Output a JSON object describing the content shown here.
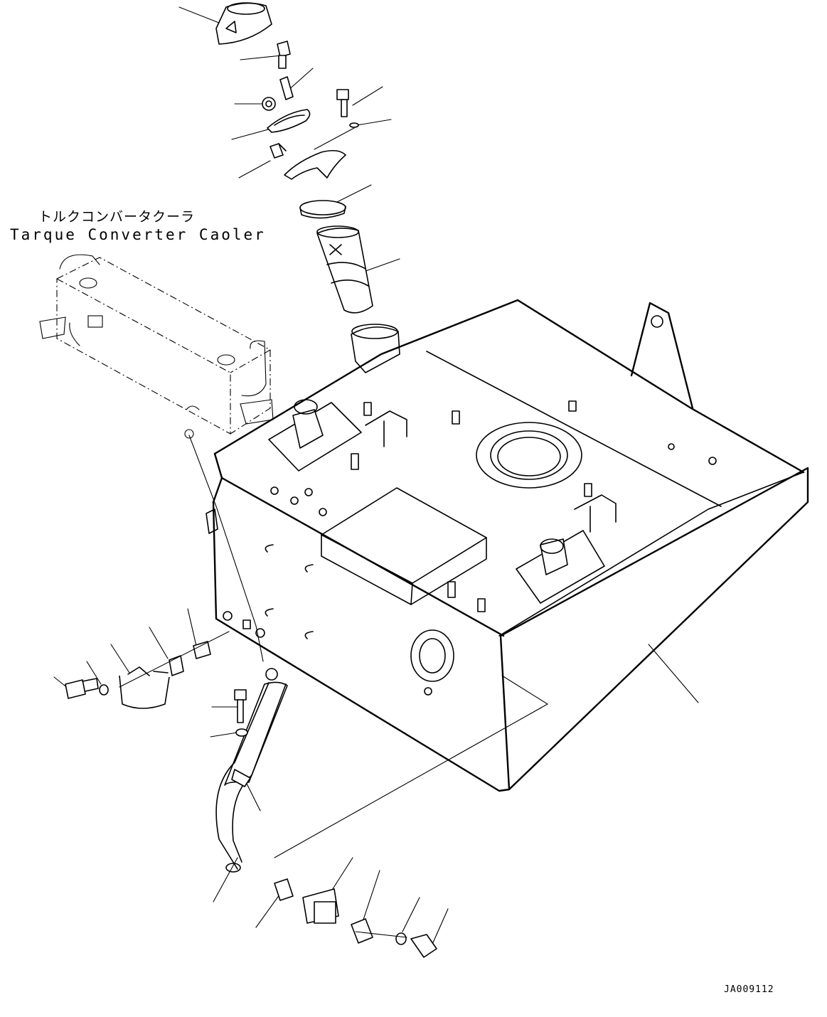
{
  "labels": {
    "component_jp": "トルクコンバータクーラ",
    "component_en": "Tarque Converter Caoler",
    "drawing_code": "JA009112"
  },
  "colors": {
    "ink": "#000000",
    "paper": "#ffffff"
  }
}
